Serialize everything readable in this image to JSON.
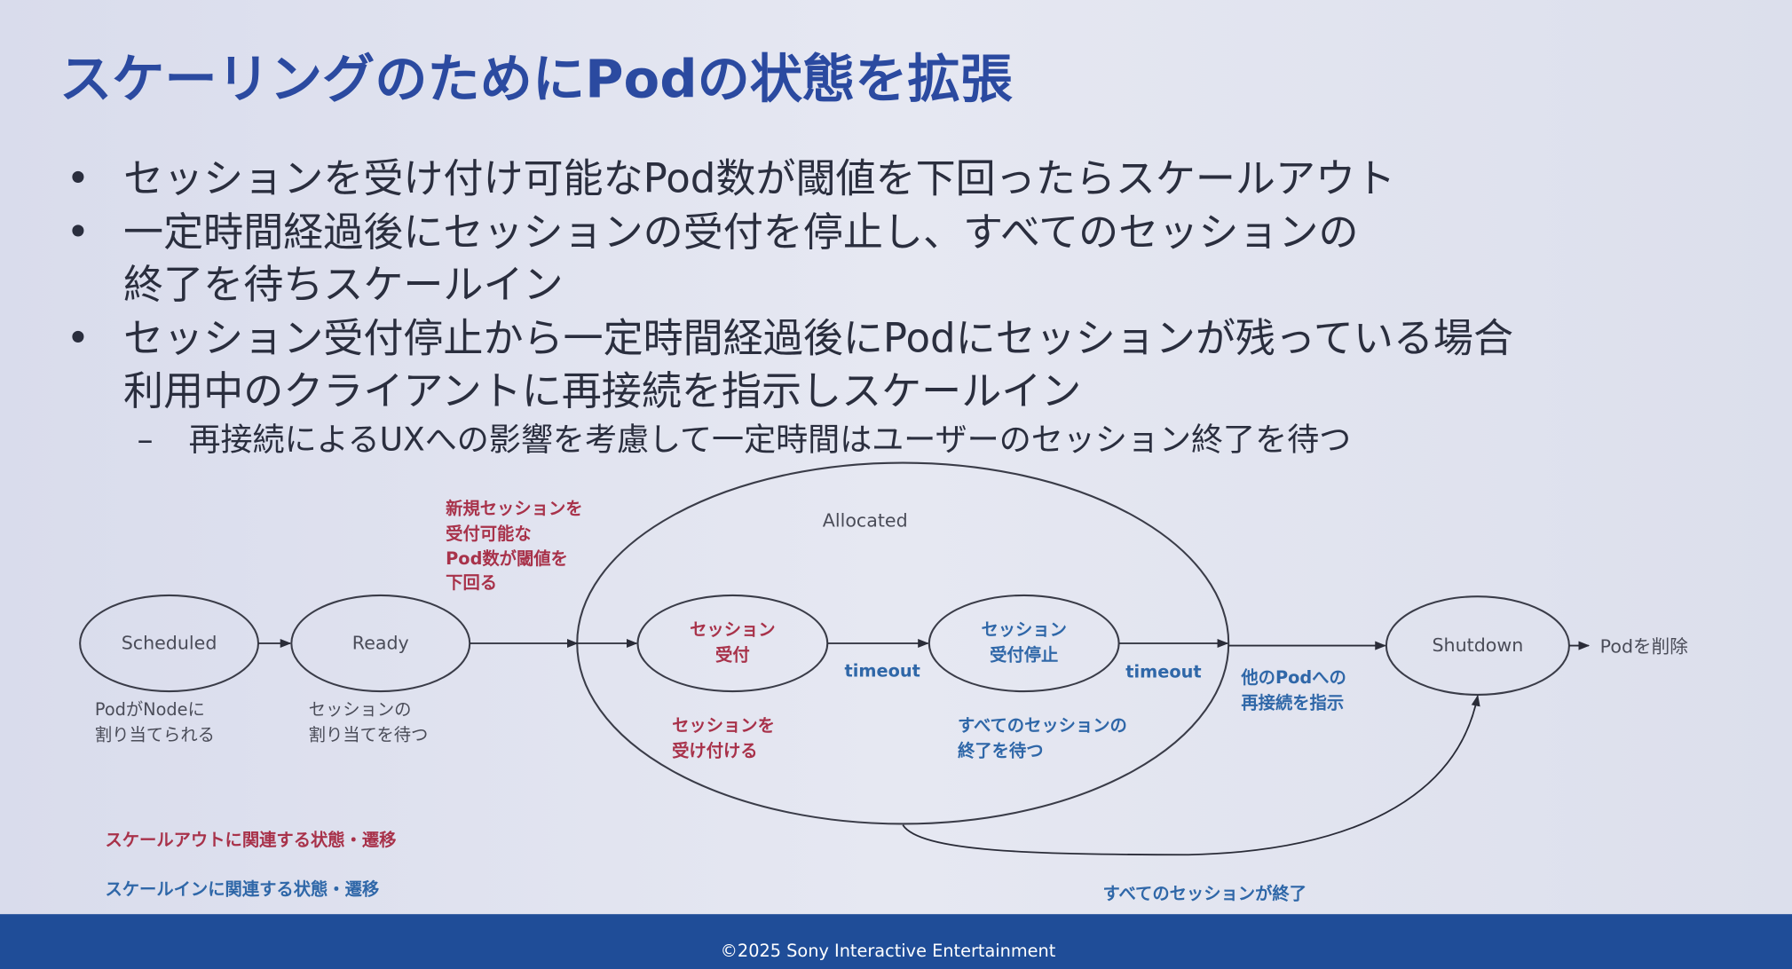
{
  "title": "スケーリングのためにPodの状態を拡張",
  "bullets": [
    {
      "lines": [
        "セッションを受け付け可能なPod数が閾値を下回ったらスケールアウト"
      ]
    },
    {
      "lines": [
        "一定時間経過後にセッションの受付を停止し、すべてのセッションの",
        "終了を待ちスケールイン"
      ]
    },
    {
      "lines": [
        "セッション受付停止から一定時間経過後にPodにセッションが残っている場合",
        "利用中のクライアントに再接続を指示しスケールイン"
      ]
    }
  ],
  "sub_bullet": "再接続によるUXへの影響を考慮して一定時間はユーザーのセッション終了を待つ",
  "diagram": {
    "states": {
      "scheduled": "Scheduled",
      "ready": "Ready",
      "allocated": "Allocated",
      "session_accept": [
        "セッション",
        "受付"
      ],
      "session_stop": [
        "セッション",
        "受付停止"
      ],
      "shutdown": "Shutdown"
    },
    "descriptions": {
      "scheduled": [
        "PodがNodeに",
        "割り当てられる"
      ],
      "ready": [
        "セッションの",
        "割り当てを待つ"
      ],
      "session_accept": [
        "セッションを",
        "受け付ける"
      ],
      "session_stop": [
        "すべてのセッションの",
        "終了を待つ"
      ]
    },
    "transitions": {
      "scale_out_trigger": [
        "新規セッションを",
        "受付可能な",
        "Pod数が閾値を",
        "下回る"
      ],
      "timeout1": "timeout",
      "timeout2": "timeout",
      "reconnect": [
        "他のPodへの",
        "再接続を指示"
      ],
      "all_ended": "すべてのセッションが終了",
      "delete_pod": "Podを削除"
    },
    "legend": {
      "scale_out": "スケールアウトに関連する状態・遷移",
      "scale_in": "スケールインに関連する状態・遷移"
    },
    "colors": {
      "scale_out": "#a8324a",
      "scale_in": "#2f67a8"
    }
  },
  "footer": "©2025 Sony Interactive Entertainment"
}
